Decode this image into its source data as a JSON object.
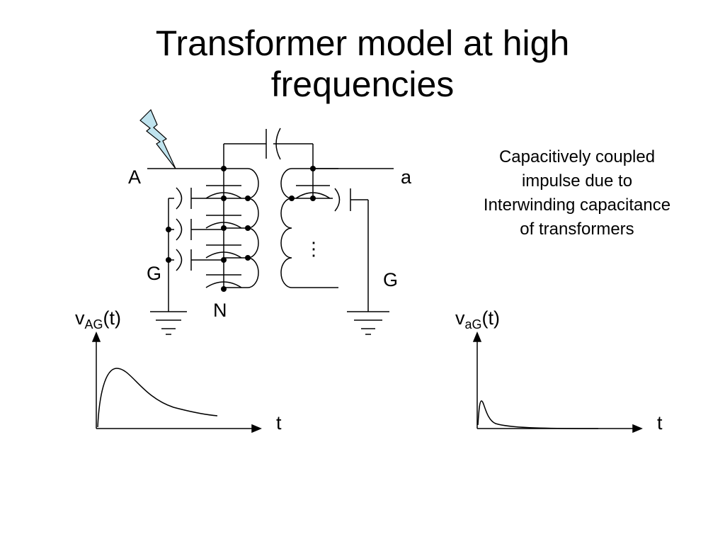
{
  "title": {
    "line1": "Transformer model at high",
    "line2": "frequencies"
  },
  "caption": {
    "line1": "Capacitively coupled",
    "line2": "impulse due to",
    "line3": "Interwinding capacitance",
    "line4": "of transformers"
  },
  "diagram": {
    "label_A": "A",
    "label_a": "a",
    "label_G_left": "G",
    "label_G_right": "G",
    "label_N": "N",
    "label_dots": "⋮",
    "lightning_color": "#bfe3ee"
  },
  "plots": {
    "left": {
      "y_main": "v",
      "y_sub": "AG",
      "y_suffix": "(t)",
      "x_label": "t"
    },
    "right": {
      "y_main": "v",
      "y_sub": "aG",
      "y_suffix": "(t)",
      "x_label": "t"
    }
  }
}
